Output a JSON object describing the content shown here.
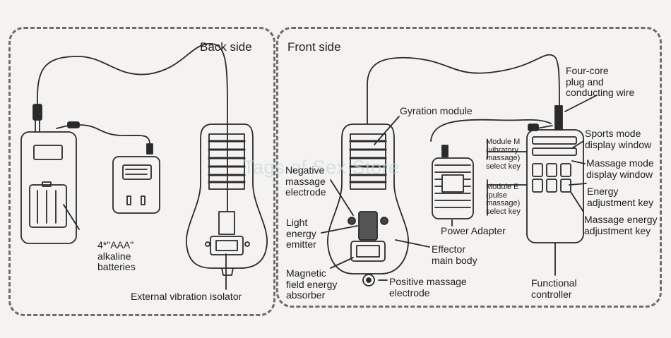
{
  "panels": {
    "back_title": "Back side",
    "front_title": "Front side"
  },
  "watermark": "Tags of Sex Store",
  "labels": {
    "batteries": "4*\"AAA\"\nalkaline\nbatteries",
    "vibration_isolator": "External vibration isolator",
    "four_core": "Four-core\nplug and\nconducting wire",
    "gyration": "Gyration module",
    "sports_display": "Sports mode\ndisplay window",
    "module_m": "Module M\n(vibratory\nmassage)\nselect key",
    "massage_display": "Massage mode\ndisplay window",
    "negative_electrode": "Negative\nmassage\nelectrode",
    "energy_key": "Energy\nadjustment key",
    "module_e": "Module E\n(pulse\nmassage)\nselect key",
    "massage_energy_key": "Massage energy\nadjustment key",
    "light_emitter": "Light\nenergy\nemitter",
    "power_adapter": "Power Adapter",
    "effector": "Effector\nmain body",
    "magnetic_absorber": "Magnetic\nfield energy\nabsorber",
    "positive_electrode": "Positive massage\nelectrode",
    "functional_controller": "Functional\ncontroller"
  },
  "colors": {
    "line": "#2a2a2a",
    "panel_border": "#6d6d6d",
    "background": "#f4f3f1",
    "watermark": "#c4d8dc"
  }
}
